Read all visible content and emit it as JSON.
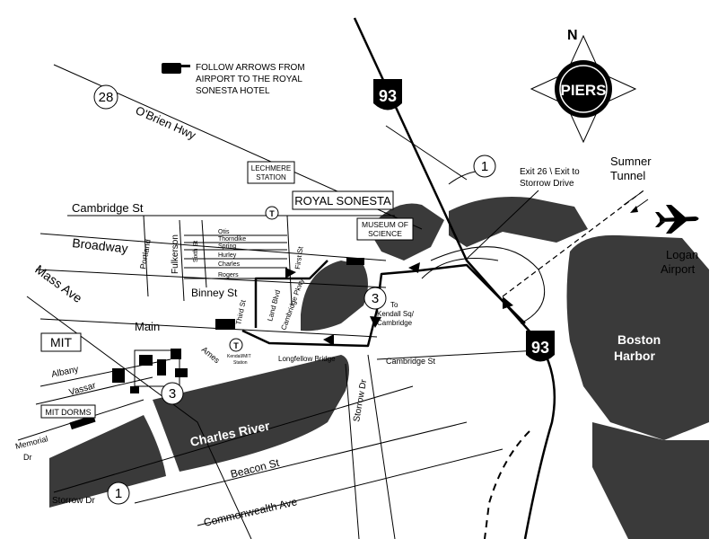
{
  "legend": {
    "line1": "FOLLOW ARROWS FROM",
    "line2": "AIRPORT TO THE ROYAL",
    "line3": "SONESTA HOTEL",
    "icon": "pointing-hand-icon"
  },
  "compass": {
    "north": "N",
    "center": "PIERS"
  },
  "highways": {
    "i93": "93",
    "route28": "28",
    "route1": "1",
    "route3": "3"
  },
  "boxes": {
    "lechmere_line1": "LECHMERE",
    "lechmere_line2": "STATION",
    "royal_sonesta": "ROYAL SONESTA",
    "museum_line1": "MUSEUM OF",
    "museum_line2": "SCIENCE",
    "mit": "MIT",
    "mit_dorms": "MIT DORMS"
  },
  "labels": {
    "obrien": "O'Brien Hwy",
    "cambridge_st": "Cambridge St",
    "broadway": "Broadway",
    "mass_ave": "Mass Ave",
    "portland": "Portland",
    "fulkerson": "Fulkerson",
    "sixth_st": "Sixth St",
    "otis": "Otis",
    "thorndike": "Thorndike",
    "spring": "Spring",
    "hurley": "Hurley",
    "charles": "Charles",
    "rogers": "Rogers",
    "first_st": "First St",
    "binney": "Binney St",
    "third_st": "Third St",
    "land_blvd": "Land Blvd",
    "cambridge_pkwy": "Cambridge Pkwy",
    "main": "Main",
    "albany": "Albany",
    "vassar": "Vassar",
    "ames": "Ames",
    "kendall_station_1": "Kendall/MIT",
    "kendall_station_2": "Station",
    "t_symbol": "T",
    "longfellow": "Longfellow Bridge",
    "cambridge_st_2": "Cambridge St",
    "storrow_dr": "Storrow Dr",
    "storrow_dr_2": "Storrow Dr",
    "to_kendall_1": "To",
    "to_kendall_2": "Kendall Sq/",
    "to_kendall_3": "Cambridge",
    "charles_river": "Charles River",
    "beacon_st": "Beacon St",
    "commonwealth": "Commonwealth Ave",
    "memorial_1": "Memorial",
    "memorial_2": "Dr",
    "exit26_1": "Exit 26 \\ Exit to",
    "exit26_2": "Storrow Drive",
    "sumner_1": "Sumner",
    "sumner_2": "Tunnel",
    "logan_1": "Logan",
    "logan_2": "Airport",
    "boston_1": "Boston",
    "boston_2": "Harbor"
  },
  "colors": {
    "water": "#3a3a3a",
    "ink": "#000000",
    "paper": "#ffffff"
  }
}
